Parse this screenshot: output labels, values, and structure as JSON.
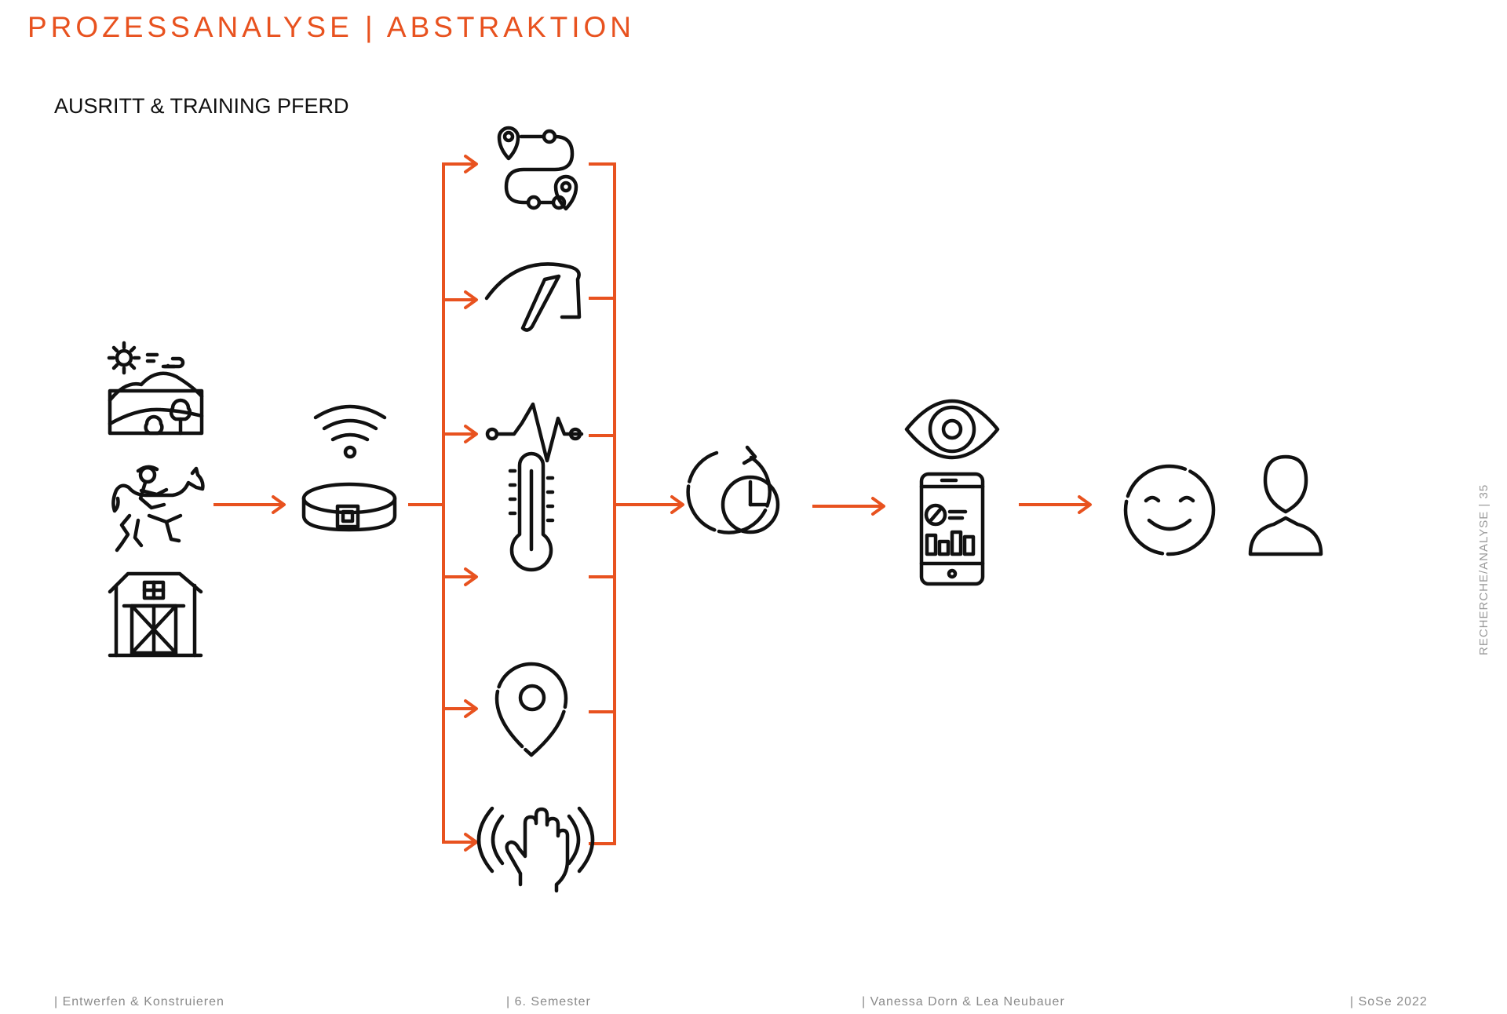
{
  "header": {
    "title": "PROZESSANALYSE | ABSTRAKTION",
    "subtitle": "AUSRITT & TRAINING PFERD"
  },
  "side_label": "RECHERCHE/ANALYSE   |   35",
  "footer": {
    "course": "|   Entwerfen & Konstruieren",
    "semester": "|   6. Semester",
    "authors": "|   Vanessa Dorn & Lea Neubauer",
    "term": "|   SoSe 2022"
  },
  "colors": {
    "accent": "#e8521f",
    "icon": "#111111",
    "muted": "#8a8a8a"
  },
  "diagram": {
    "inputs": [
      "landscape-icon",
      "horse-rider-icon",
      "barn-icon"
    ],
    "sensor": "smart-collar-icon",
    "measurements": [
      "route-icon",
      "speedometer-icon",
      "heartbeat-icon",
      "thermometer-icon",
      "location-pin-icon",
      "touch-hand-icon"
    ],
    "processing": "clock-icon",
    "output": [
      "eye-icon",
      "smartphone-statistics-icon"
    ],
    "result": [
      "smiley-icon",
      "user-icon"
    ]
  }
}
